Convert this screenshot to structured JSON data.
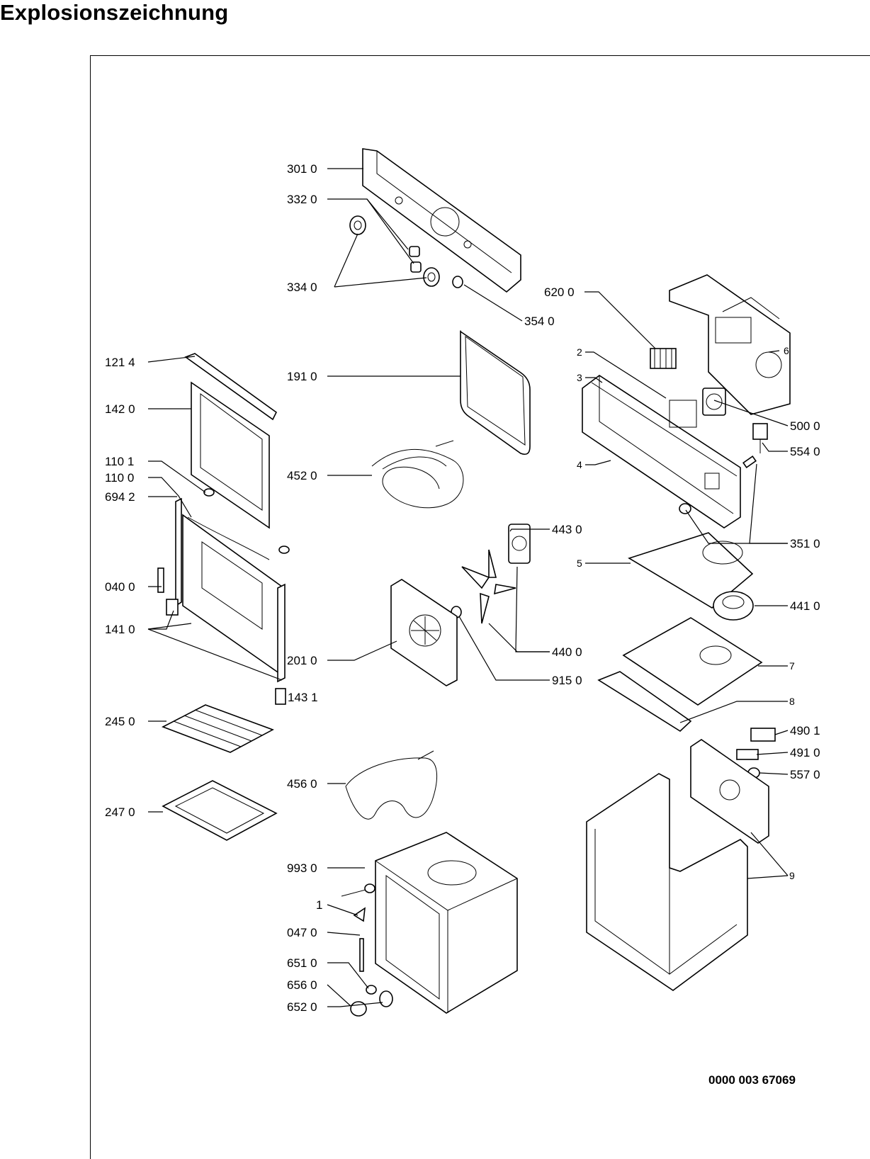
{
  "title": "Explosionszeichnung",
  "document_number": "0000 003 67069",
  "labels": {
    "l3010": "301 0",
    "l3320": "332 0",
    "l3340": "334 0",
    "l3540": "354 0",
    "l6200": "620 0",
    "l6": "6",
    "l2": "2",
    "l3": "3",
    "l4": "4",
    "l5000": "500 0",
    "l5540": "554 0",
    "l1214": "121 4",
    "l1910": "191 0",
    "l1420": "142 0",
    "l1101": "110 1",
    "l1100": "110 0",
    "l6942": "694 2",
    "l4520": "452 0",
    "l4430": "443 0",
    "l3510": "351 0",
    "l5": "5",
    "l0400": "040 0",
    "l4410": "441 0",
    "l1410": "141 0",
    "l4400": "440 0",
    "l2010": "201 0",
    "l9150": "915 0",
    "l7": "7",
    "l1431": "143 1",
    "l8": "8",
    "l2450": "245 0",
    "l4901": "490 1",
    "l4910": "491 0",
    "l5570": "557 0",
    "l4560": "456 0",
    "l2470": "247 0",
    "l9": "9",
    "l9930": "993 0",
    "l1": "1",
    "l0470": "047 0",
    "l6510": "651 0",
    "l6560": "656 0",
    "l6520": "652 0"
  }
}
